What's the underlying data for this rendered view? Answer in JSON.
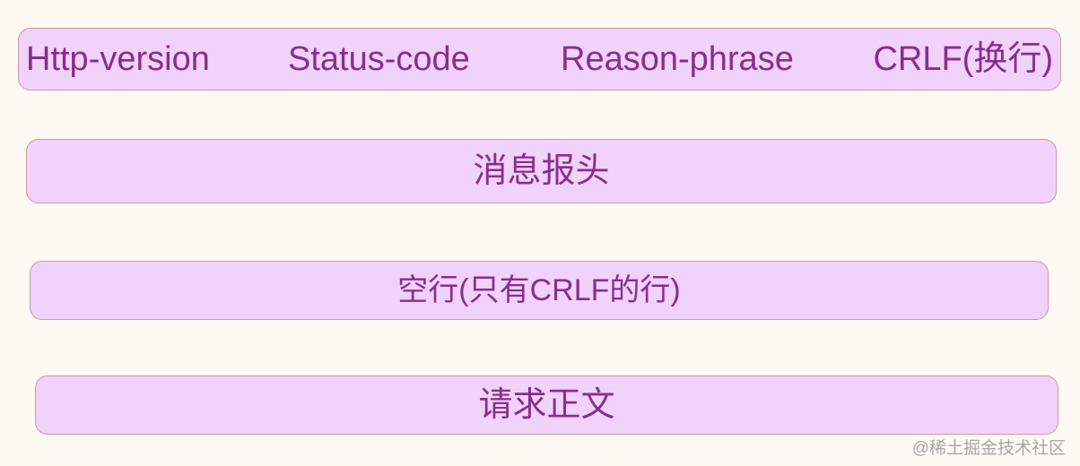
{
  "status_line": {
    "http_version": "Http-version",
    "status_code": "Status-code",
    "reason_phrase": "Reason-phrase",
    "crlf": "CRLF(换行)"
  },
  "message_headers": "消息报头",
  "blank_line": "空行(只有CRLF的行)",
  "body": "请求正文",
  "watermark": "@稀土掘金技术社区"
}
